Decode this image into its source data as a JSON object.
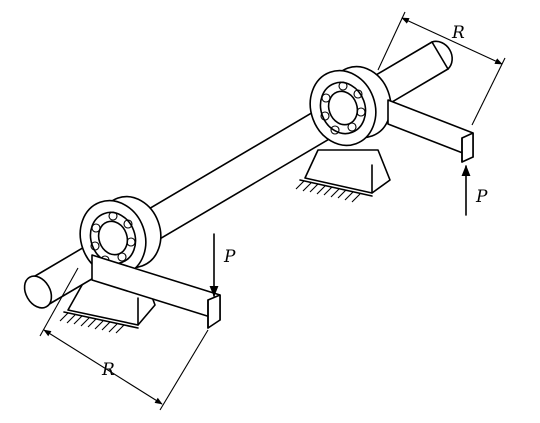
{
  "labels": {
    "radius_top": "R",
    "radius_bottom": "R",
    "load_top": "P",
    "load_bottom": "P"
  }
}
